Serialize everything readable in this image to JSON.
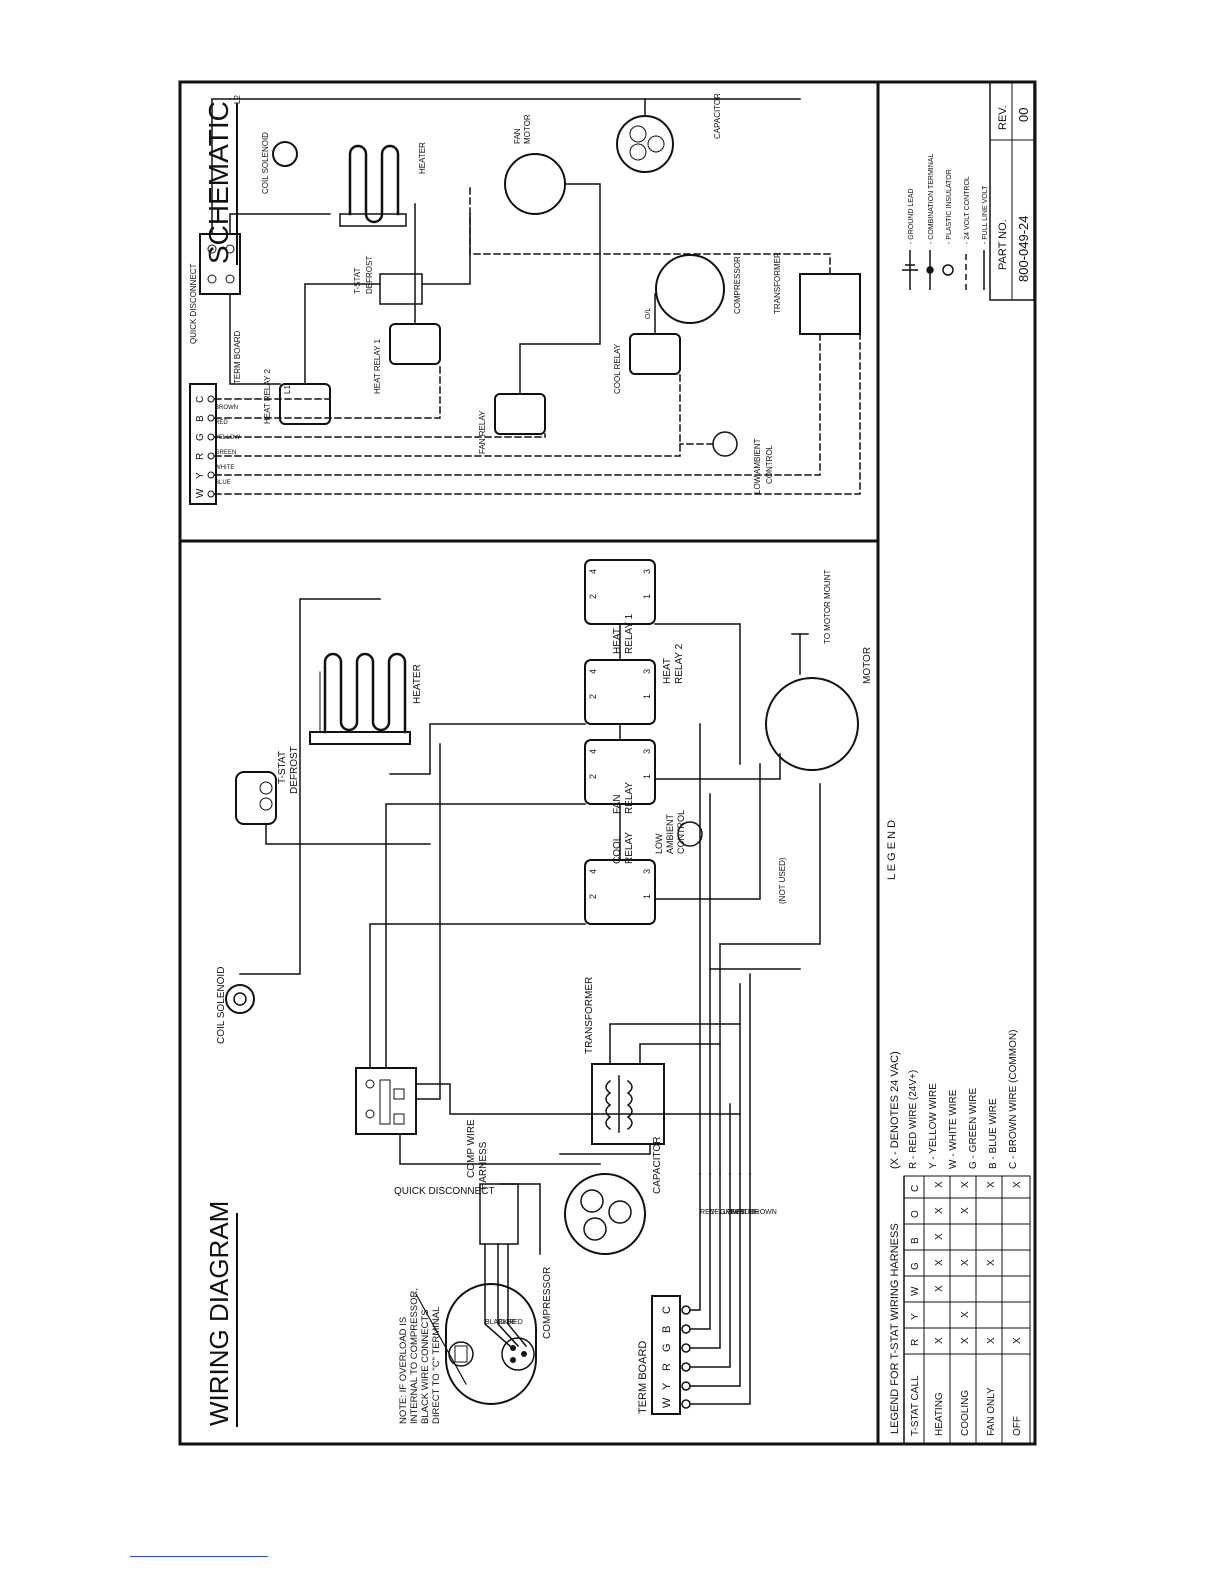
{
  "wiring_diagram": {
    "title": "WIRING DIAGRAM",
    "note": [
      "NOTE: IF OVERLOAD IS",
      "INTERNAL TO COMPRESSOR,",
      "BLACK WIRE CONNECTS",
      "DIRECT TO \"C\" TERMINAL"
    ],
    "labels": {
      "coil_solenoid": "COIL SOLENOID",
      "quick_disconnect": "QUICK DISCONNECT",
      "tstat_defrost": [
        "T-STAT",
        "DEFROST"
      ],
      "heater": "HEATER",
      "transformer": "TRANSFORMER",
      "capacitor": "CAPACITOR",
      "comp_wire_harness": [
        "COMP WIRE",
        "HARNESS"
      ],
      "compressor": "COMPRESSOR",
      "term_board": "TERM BOARD",
      "cool_relay": [
        "COOL",
        "RELAY"
      ],
      "fan_relay": [
        "FAN",
        "RELAY"
      ],
      "low_ambient_control": [
        "LOW",
        "AMBIENT",
        "CONTROL"
      ],
      "heat_relay_1": [
        "HEAT",
        "RELAY 1"
      ],
      "heat_relay_2": [
        "HEAT",
        "RELAY 2"
      ],
      "motor": "MOTOR",
      "to_motor_mount": "TO MOTOR MOUNT",
      "not_used": "(NOT USED)",
      "legend_heading": "L E G E N D"
    },
    "term_board_terminals": [
      "W",
      "Y",
      "R",
      "G",
      "B",
      "C"
    ],
    "wire_colors": [
      "RED",
      "YELLOW",
      "GREEN",
      "WHITE",
      "BLUE",
      "BROWN",
      "BLACK"
    ]
  },
  "schematic": {
    "title": "SCHEMATIC",
    "labels": {
      "quick_disconnect": "QUICK DISCONNECT",
      "coil_solenoid": "COIL SOLENOID",
      "term_board": "TERM BOARD",
      "heat_relay_2": "HEAT RELAY 2",
      "heat_relay_1": "HEAT RELAY 1",
      "tstat_defrost": [
        "T-STAT",
        "DEFROST"
      ],
      "heater": "HEATER",
      "fan_relay": "FAN RELAY",
      "fan_motor": [
        "FAN",
        "MOTOR"
      ],
      "capacitor": "CAPACITOR",
      "cool_relay": "COOL RELAY",
      "compressor": "COMPRESSOR",
      "transformer": "TRANSFORMER",
      "low_ambient_control": [
        "LOW AMBIENT",
        "CONTROL"
      ],
      "l1": "L1",
      "l2": "L2",
      "ol": "O/L"
    },
    "term_board_terminals": [
      "W",
      "Y",
      "R",
      "G",
      "B",
      "C"
    ],
    "harness_colors": [
      "BLUE",
      "WHITE",
      "GREEN",
      "YELLOW",
      "RED",
      "BROWN"
    ]
  },
  "symbol_legend": [
    {
      "symbol": "ground",
      "text": "- GROUND LEAD"
    },
    {
      "symbol": "combination",
      "text": "- COMBINATION TERMINAL"
    },
    {
      "symbol": "insulator",
      "text": "- PLASTIC INSULATOR"
    },
    {
      "symbol": "dashed",
      "text": "- 24 VOLT CONTROL"
    },
    {
      "symbol": "solid",
      "text": "- FULL LINE VOLT"
    }
  ],
  "part_number": {
    "part_no_label": "PART NO.",
    "rev_label": "REV.",
    "part_no": "800-049-24",
    "rev": "00"
  },
  "harness_legend": {
    "title": "LEGEND FOR T-STAT WIRING HARNESS",
    "note": "(X - DENOTES 24 VAC)",
    "columns": [
      "T-STAT CALL",
      "R",
      "Y",
      "W",
      "G",
      "B",
      "O",
      "C"
    ],
    "rows": [
      {
        "call": "HEATING",
        "marks": [
          "X",
          "",
          "X",
          "X",
          "X",
          "X",
          "X"
        ]
      },
      {
        "call": "COOLING",
        "marks": [
          "X",
          "X",
          "",
          "X",
          "",
          "X",
          "X"
        ]
      },
      {
        "call": "FAN ONLY",
        "marks": [
          "X",
          "",
          "",
          "X",
          "",
          "",
          "X"
        ]
      },
      {
        "call": "OFF",
        "marks": [
          "X",
          "",
          "",
          "",
          "",
          "",
          "X"
        ]
      }
    ],
    "wire_key": [
      "R - RED WIRE (24V+)",
      "Y - YELLOW WIRE",
      "W - WHITE WIRE",
      "G - GREEN WIRE",
      "B - BLUE WIRE",
      "C - BROWN WIRE (COMMON)"
    ]
  }
}
